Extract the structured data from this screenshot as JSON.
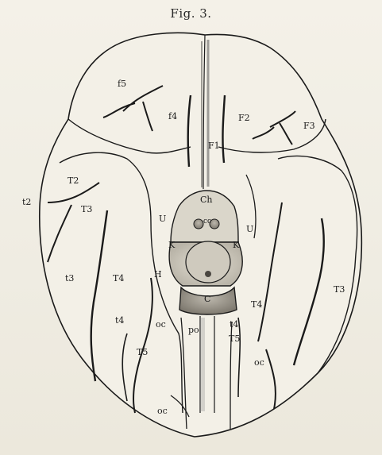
{
  "figure": {
    "title": "Fig. 3."
  },
  "labels": {
    "f5": "f5",
    "f4": "f4",
    "F2": "F2",
    "F3": "F3",
    "F1": "F1",
    "T2": "T2",
    "t2": "t2",
    "T3_left": "T3",
    "Ch": "Ch",
    "U_left": "U",
    "U_right": "U",
    "cc": "cc",
    "K_left": "K",
    "K_right": "K",
    "t3": "t3",
    "T4_left": "T4",
    "H": "H",
    "T3_right": "T3",
    "T4_right": "T4",
    "C": "C",
    "t4_left": "t4",
    "oc_upper": "oc",
    "po": "po",
    "t4_right": "t4",
    "T5_left": "T5",
    "T5_right": "T5",
    "oc_right": "oc",
    "oc_lower": "oc"
  },
  "colors": {
    "ink": "#1a1a1a",
    "paper": "#f2efe6",
    "shade": "#9a958a"
  }
}
